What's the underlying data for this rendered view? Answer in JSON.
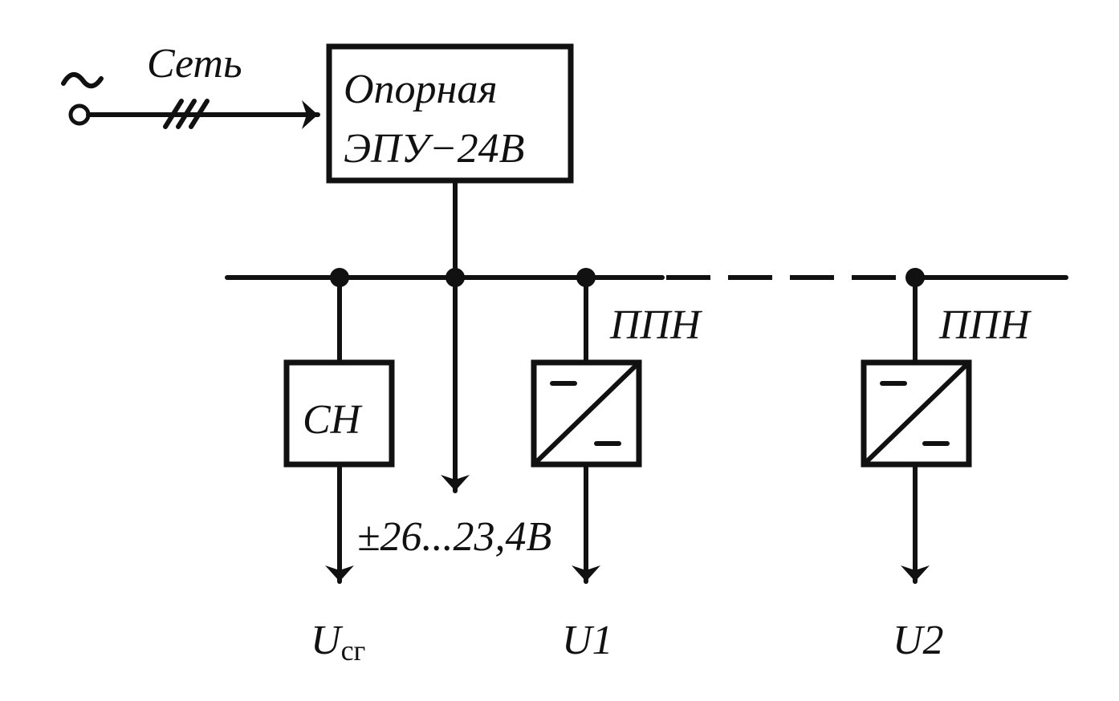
{
  "colors": {
    "ink": "#111111",
    "background": "#ffffff"
  },
  "input": {
    "label": "Сеть",
    "source_symbol": "~"
  },
  "main_unit": {
    "line1": "Опорная",
    "line2": "ЭПУ−24В"
  },
  "stabilizer": {
    "label": "СН"
  },
  "direct_output": {
    "label": "±26...23,4В"
  },
  "converter_1": {
    "label": "ППН"
  },
  "converter_2": {
    "label": "ППН"
  },
  "outputs": {
    "u_sg_main": "U",
    "u_sg_sub": "сг",
    "u1": "U1",
    "u2": "U2"
  },
  "icons": [
    "ac-source-icon",
    "three-phase-mark-icon",
    "dc-dc-converter-icon",
    "bus-node-icon",
    "arrow-down-icon"
  ]
}
